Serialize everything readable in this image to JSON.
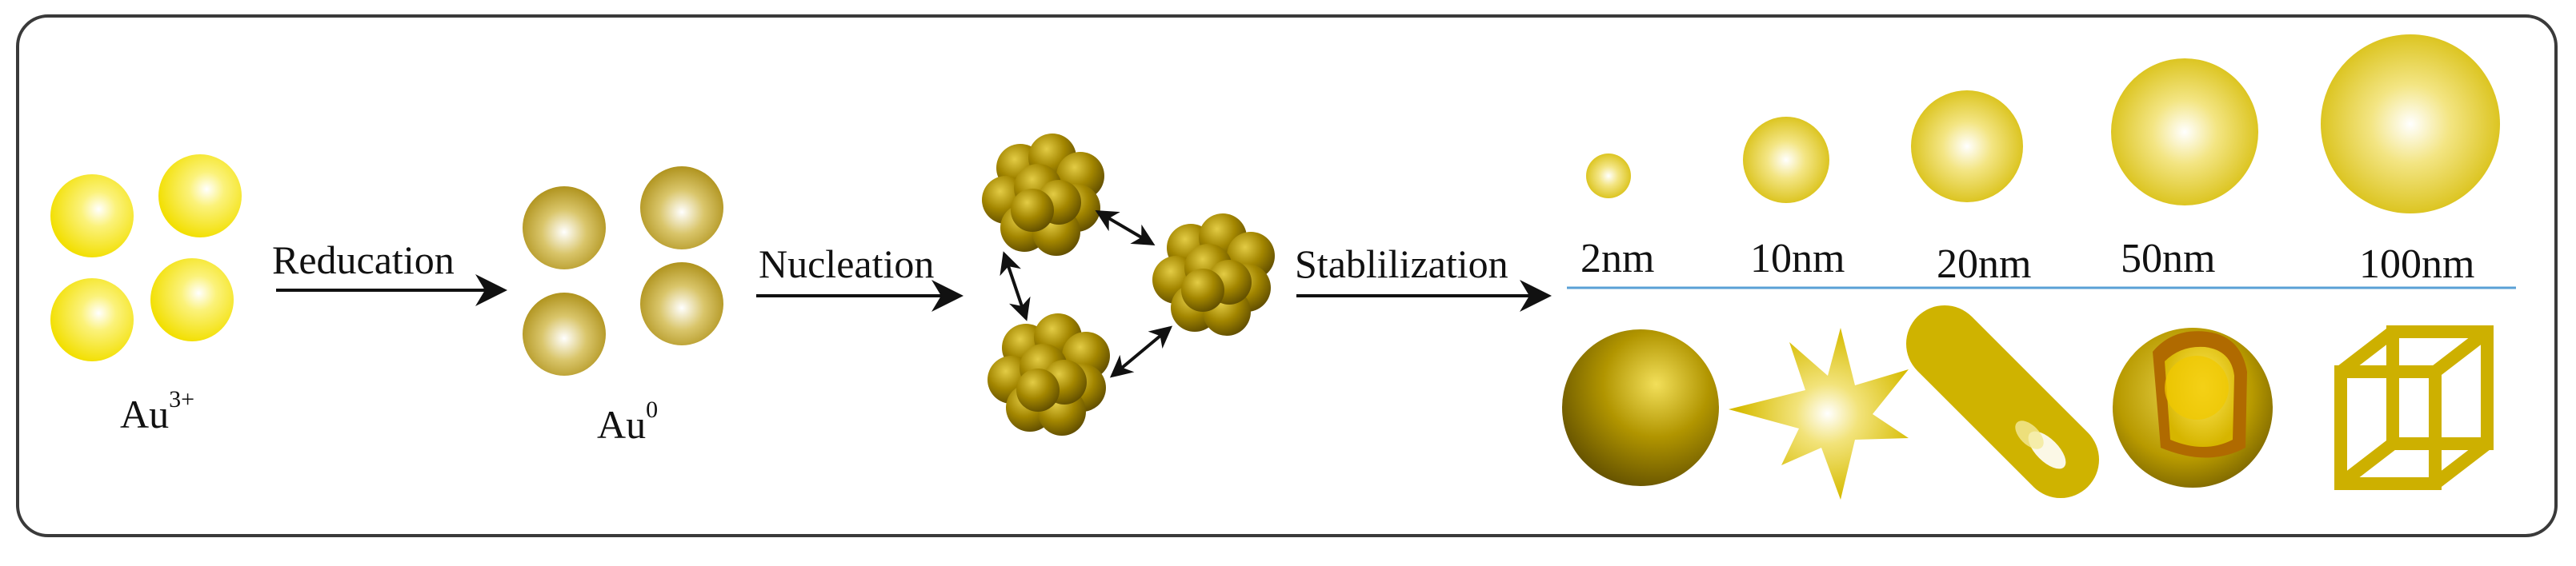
{
  "steps": {
    "reduction": "Reducation",
    "nucleation": "Nucleation",
    "stabilization": "Stablilization"
  },
  "species": {
    "au3": {
      "base": "Au",
      "charge": "3+"
    },
    "au0": {
      "base": "Au",
      "charge": "0"
    }
  },
  "sizes": [
    "2nm",
    "10nm",
    "20nm",
    "50nm",
    "100nm"
  ],
  "shapes": [
    "sphere-icon",
    "star-icon",
    "rod-icon",
    "core-shell-icon",
    "cage-icon"
  ],
  "colors": {
    "ion_yellow": "#f5e600",
    "gold": "#c7a500",
    "gold_dark": "#6e5a00",
    "divider": "#5aa0d6",
    "frame": "#3a3a3a"
  }
}
